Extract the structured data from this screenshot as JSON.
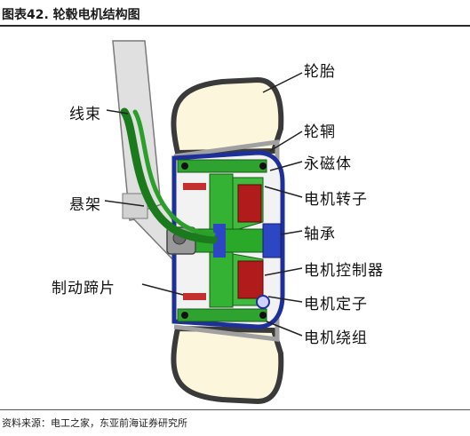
{
  "title": "图表42. 轮毂电机结构图",
  "source": "资料来源：电工之家，东亚前海证券研究所",
  "labels": {
    "tire": "轮胎",
    "rim": "轮辋",
    "magnet": "永磁体",
    "rotor": "电机转子",
    "bearing": "轴承",
    "controller": "电机控制器",
    "stator": "电机定子",
    "winding": "电机绕组",
    "harness": "线束",
    "suspension": "悬架",
    "brake_shoe": "制动蹄片"
  }
}
